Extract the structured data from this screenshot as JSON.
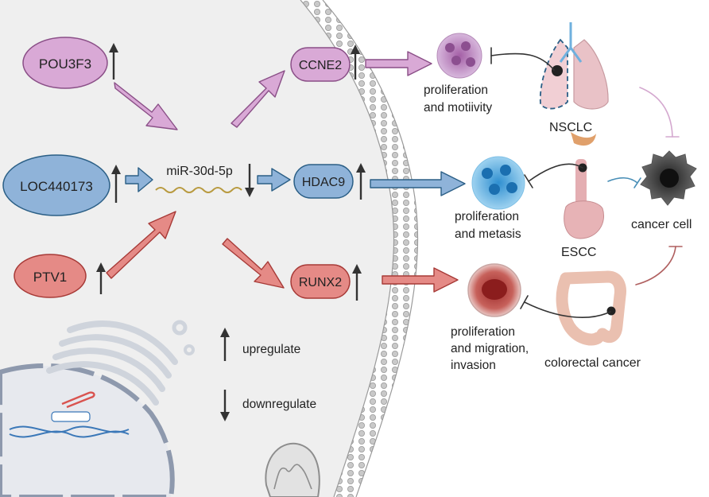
{
  "regulators": {
    "pou3f3": "POU3F3",
    "loc440173": "LOC440173",
    "ptv1": "PTV1"
  },
  "mirna": "miR-30d-5p",
  "targets": {
    "ccne2": "CCNE2",
    "hdac9": "HDAC9",
    "runx2": "RUNX2"
  },
  "effects": {
    "nsclc_line1": "proliferation",
    "nsclc_line2": "and motiivity",
    "escc_line1": "proliferation",
    "escc_line2": "and metasis",
    "crc_line1": "proliferation",
    "crc_line2": "and migration,",
    "crc_line3": "invasion"
  },
  "diseases": {
    "nsclc": "NSCLC",
    "escc": "ESCC",
    "crc": "colorectal cancer",
    "cancer_cell": "cancer cell"
  },
  "legend": {
    "up": "upregulate",
    "down": "downregulate"
  },
  "colors": {
    "pink": "#d9a9d6",
    "pink_stroke": "#8a4f87",
    "blue": "#8fb3d9",
    "blue_stroke": "#2b5f86",
    "red": "#e58a86",
    "red_stroke": "#a73a37",
    "cell_bg": "#eeeeee",
    "membrane": "#b9b9b9"
  }
}
